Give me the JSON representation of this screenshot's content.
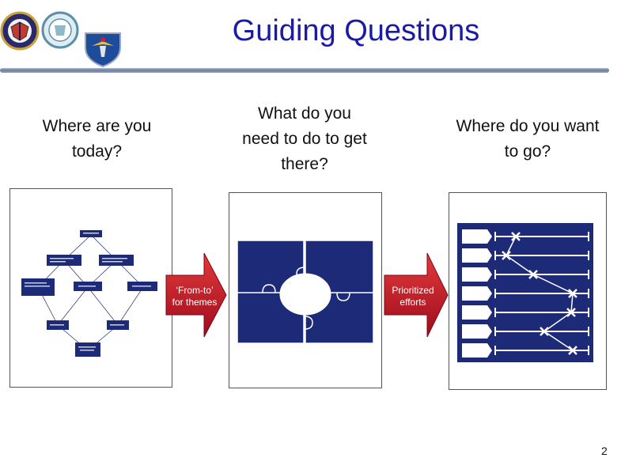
{
  "slide": {
    "title": "Guiding Questions",
    "page_number": "2",
    "logos": [
      "seal-icon",
      "ring-seal-icon",
      "wings-shield-icon"
    ]
  },
  "columns": [
    {
      "heading_line1": "Where are you",
      "heading_line2": "today?"
    },
    {
      "heading_line1": "What do you",
      "heading_line2": "need to do to get",
      "heading_line3": "there?"
    },
    {
      "heading_line1": "Where do you want",
      "heading_line2": "to go?"
    }
  ],
  "arrows": [
    {
      "line1": "‘From-to’",
      "line2": "for themes",
      "color": "#c8102e"
    },
    {
      "line1": "Prioritized",
      "line2": "efforts",
      "color": "#c8102e"
    }
  ],
  "colors": {
    "title": "#1a1aa6",
    "navy": "#1c2a78",
    "arrow_red": "#c8102e"
  }
}
